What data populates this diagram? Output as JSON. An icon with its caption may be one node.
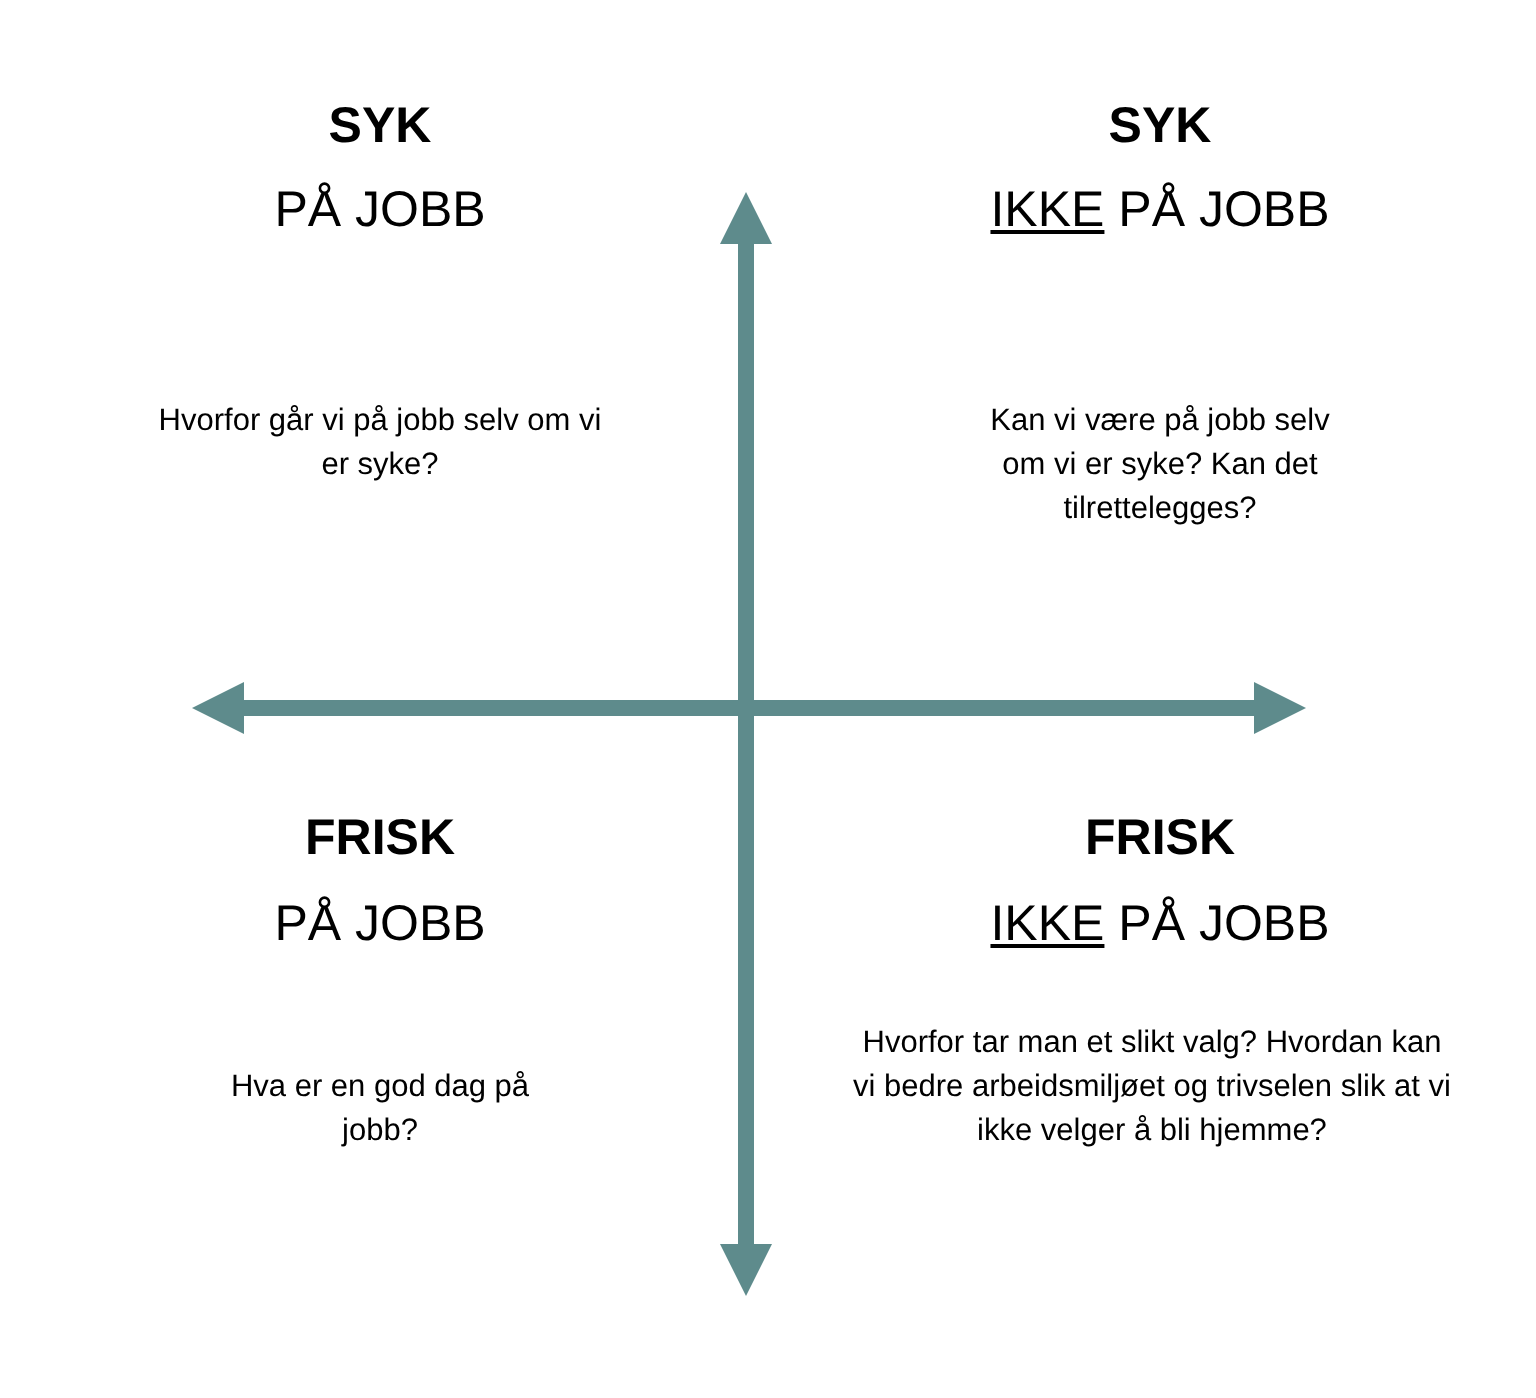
{
  "diagram": {
    "labels": [
      "SYK",
      "SYK",
      "PÅ JOBB",
      "IKKE PÅ JOBB",
      "Hvorfor går vi på jobb selv om vi er syke?",
      "Kan vi være på jobb selv om vi er syke? Kan det tilrettelegges?",
      "FRISK",
      "FRISK",
      "PÅ JOBB",
      "IKKE PÅ JOBB",
      "Hva er en god dag på jobb?",
      "Hvorfor tar man et slikt valg? Hvordan kan vi bedre arbeidsmiljøet og trivselen slik at vi ikke velger å bli hjemme?"
    ]
  }
}
